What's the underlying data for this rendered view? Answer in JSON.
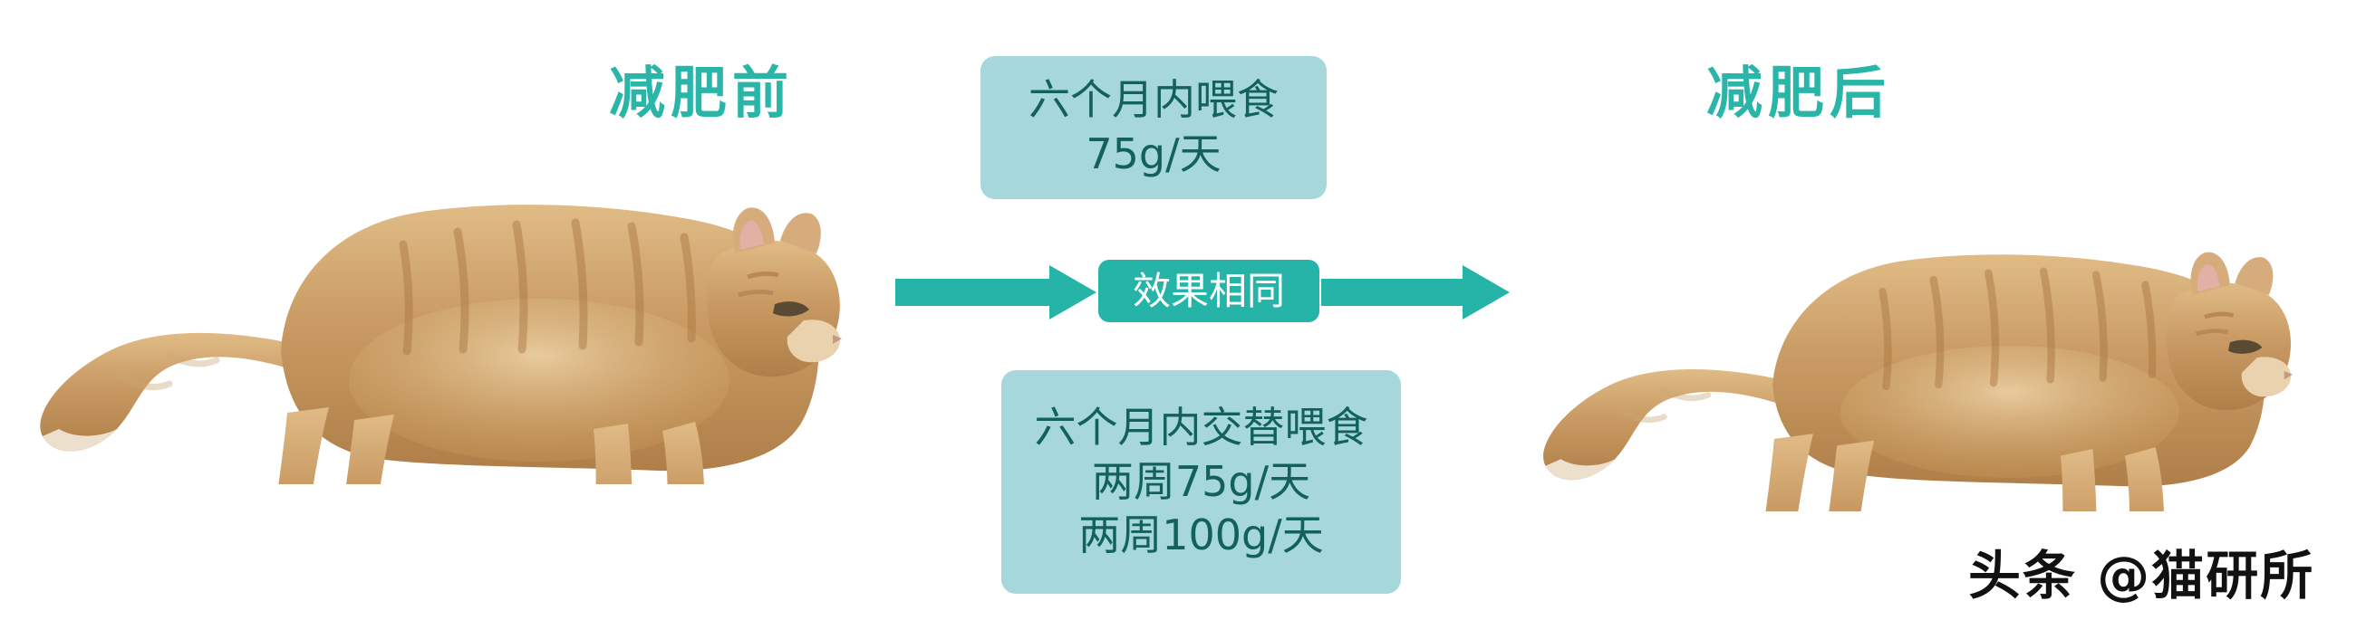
{
  "page": {
    "background_color": "#ffffff",
    "accent_teal": "#26b3a8",
    "box_fill": "#a5d7db",
    "box_text_color": "#12615c",
    "watermark_color": "#111111"
  },
  "headings": {
    "before": "减肥前",
    "after": "减肥后"
  },
  "boxes": {
    "top": {
      "lines": [
        "六个月内喂食",
        "75g/天"
      ]
    },
    "bottom": {
      "lines": [
        "六个月内交替喂食",
        "两周75g/天",
        "两周100g/天"
      ]
    }
  },
  "badge": {
    "label": "效果相同"
  },
  "arrows": {
    "left_name": "arrow-right-icon",
    "right_name": "arrow-right-icon"
  },
  "watermark": {
    "text": "头条 @猫研所"
  },
  "cats": {
    "left": {
      "alt": "orange tabby cat before weight loss, facing right",
      "body_color": "#c99a63",
      "shade_color": "#a8753f",
      "light_color": "#e4c393",
      "paw_color": "#f4ece1"
    },
    "right": {
      "alt": "orange tabby cat after weight loss, facing right",
      "body_color": "#c99a63",
      "shade_color": "#a8753f",
      "light_color": "#e4c393",
      "paw_color": "#f4ece1"
    }
  }
}
